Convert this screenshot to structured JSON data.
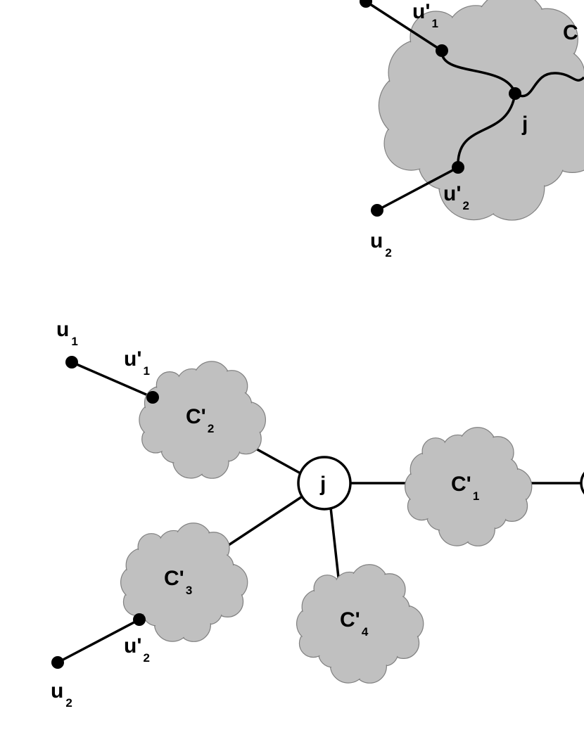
{
  "colors": {
    "cloud_fill": "#c0c0c0",
    "cloud_stroke": "#808080",
    "line": "#000000",
    "node_fill": "#000000",
    "hub_fill": "#ffffff"
  },
  "top_diagram": {
    "cluster_label_main": "C",
    "u1_prime": {
      "main": "u'",
      "sub": "1"
    },
    "u2_prime": {
      "main": "u'",
      "sub": "2"
    },
    "u2": {
      "main": "u",
      "sub": "2"
    },
    "j": "j"
  },
  "bottom_diagram": {
    "u1": {
      "main": "u",
      "sub": "1"
    },
    "u1_prime": {
      "main": "u'",
      "sub": "1"
    },
    "u2": {
      "main": "u",
      "sub": "2"
    },
    "u2_prime": {
      "main": "u'",
      "sub": "2"
    },
    "j": "j",
    "c1": {
      "main": "C'",
      "sub": "1"
    },
    "c2": {
      "main": "C'",
      "sub": "2"
    },
    "c3": {
      "main": "C'",
      "sub": "3"
    },
    "c4": {
      "main": "C'",
      "sub": "4"
    }
  }
}
